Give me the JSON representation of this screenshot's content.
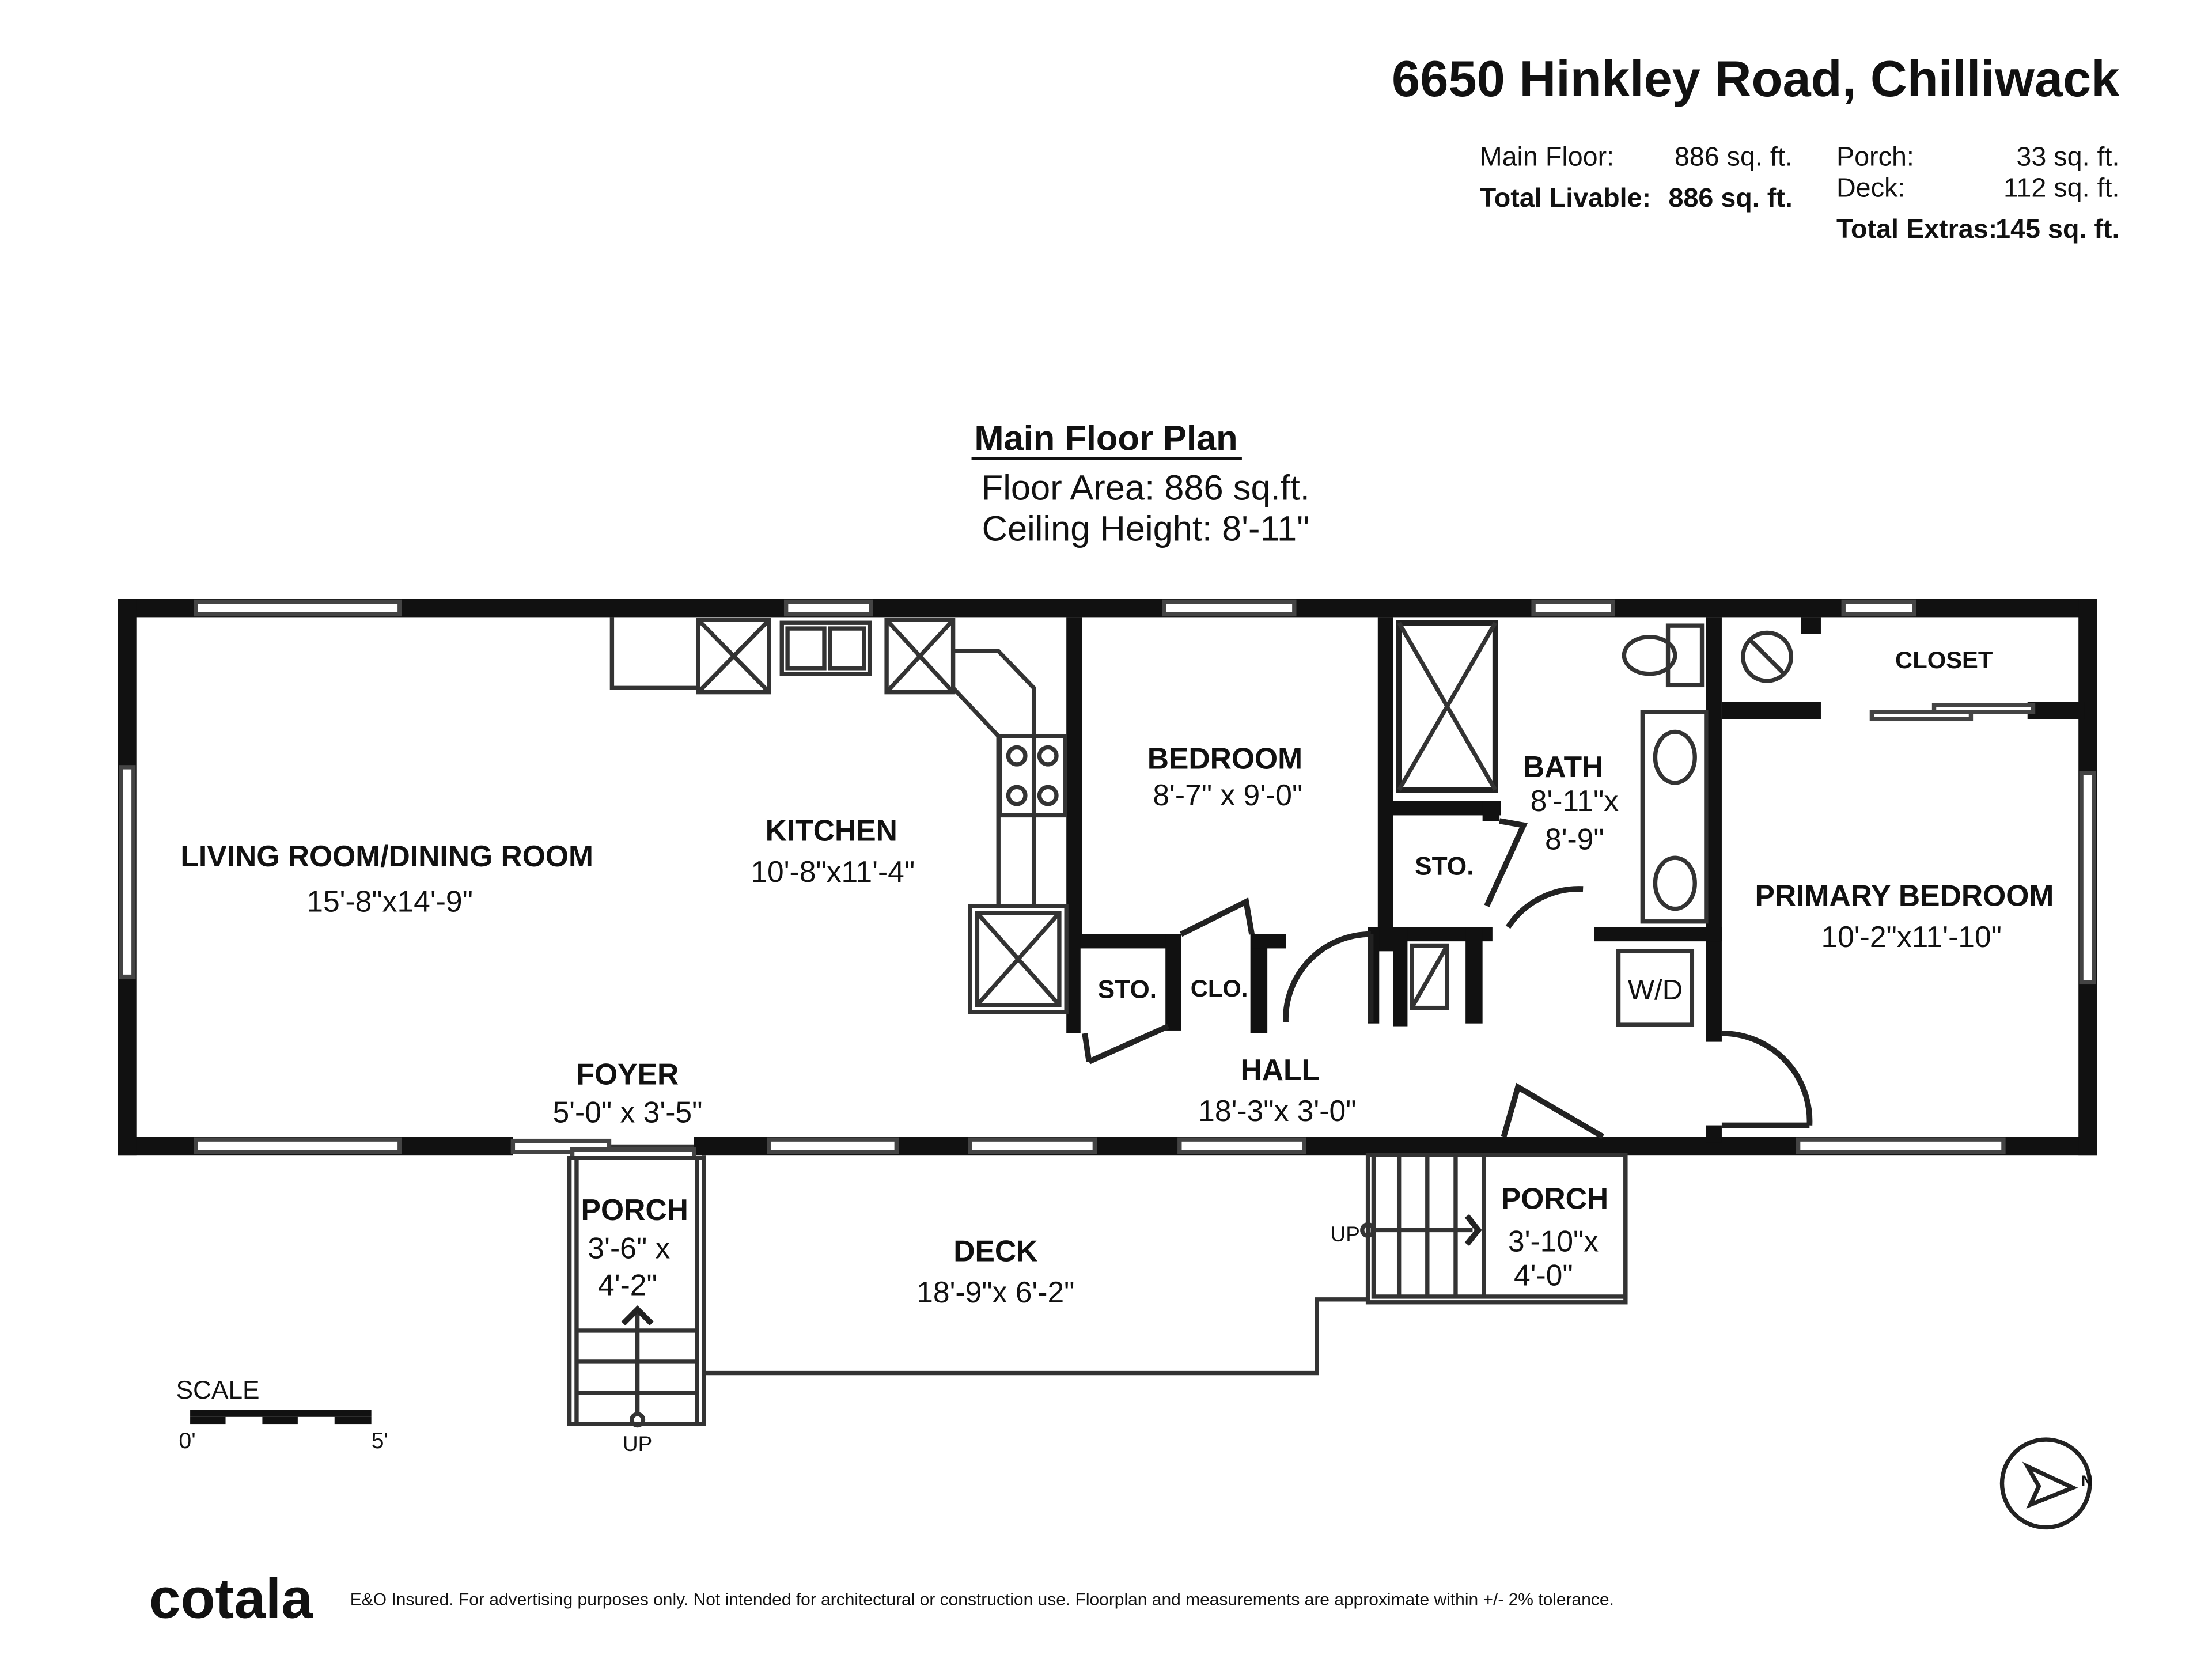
{
  "header": {
    "address": "6650 Hinkley Road, Chilliwack",
    "areas": {
      "main_floor_label": "Main Floor:",
      "main_floor_value": "886 sq. ft.",
      "total_livable_label": "Total Livable:",
      "total_livable_value": "886 sq. ft.",
      "porch_label": "Porch:",
      "porch_value": "33 sq. ft.",
      "deck_label": "Deck:",
      "deck_value": "112 sq. ft.",
      "total_extras_label": "Total Extras:",
      "total_extras_value": "145 sq. ft."
    }
  },
  "plan": {
    "title": "Main Floor Plan",
    "floor_area": "Floor Area: 886 sq.ft.",
    "ceiling_height": "Ceiling Height: 8'-11\"",
    "rooms": {
      "living_name": "LIVING ROOM/DINING ROOM",
      "living_dim": "15'-8\"x14'-9\"",
      "kitchen_name": "KITCHEN",
      "kitchen_dim": "10'-8\"x11'-4\"",
      "bedroom_name": "BEDROOM",
      "bedroom_dim": "8'-7\" x 9'-0\"",
      "bath_name": "BATH",
      "bath_dim_1": "8'-11\"x",
      "bath_dim_2": "8'-9\"",
      "primary_name": "PRIMARY BEDROOM",
      "primary_dim": "10'-2\"x11'-10\"",
      "closet_name": "CLOSET",
      "sto1": "STO.",
      "sto2": "STO.",
      "clo": "CLO.",
      "wd": "W/D",
      "hall_name": "HALL",
      "hall_dim": "18'-3\"x 3'-0\"",
      "foyer_name": "FOYER",
      "foyer_dim": "5'-0\" x 3'-5\"",
      "porch1_name": "PORCH",
      "porch1_dim_1": "3'-6\" x",
      "porch1_dim_2": "4'-2\"",
      "deck_name": "DECK",
      "deck_dim": "18'-9\"x 6'-2\"",
      "porch2_name": "PORCH",
      "porch2_dim_1": "3'-10\"x",
      "porch2_dim_2": "4'-0\"",
      "up1": "UP",
      "up2": "UP"
    }
  },
  "scale": {
    "label": "SCALE",
    "min": "0'",
    "max": "5'"
  },
  "footer": {
    "brand": "cotala",
    "disclaimer": "E&O Insured. For advertising purposes only. Not intended for architectural or construction use. Floorplan and measurements are approximate within +/- 2% tolerance."
  },
  "icons": {
    "compass": "north-arrow-icon"
  },
  "colors": {
    "wall": "#111111",
    "background": "#ffffff"
  }
}
